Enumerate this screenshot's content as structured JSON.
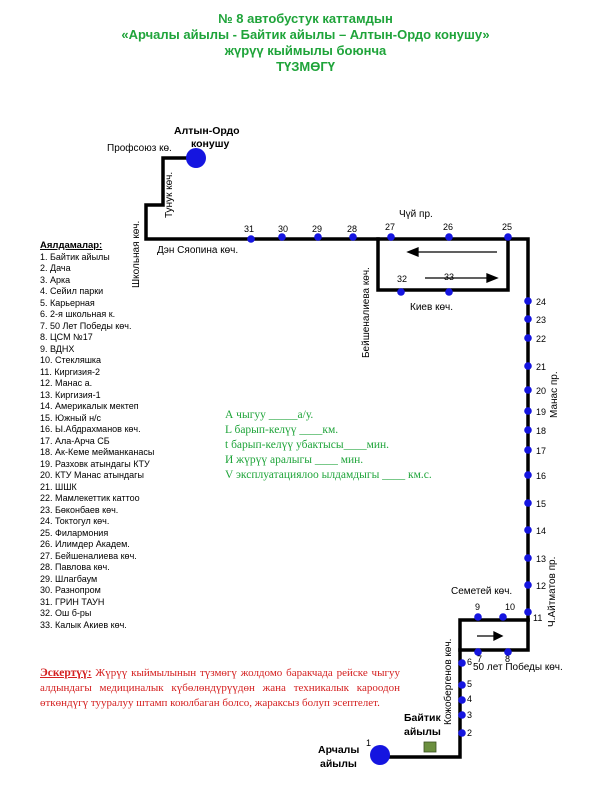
{
  "title": {
    "line1": "№ 8  автобустук каттамдын",
    "line2": "«Арчалы айылы - Байтик айылы – Алтын-Ордо конушу»",
    "line3": "жүрүү кыймылы боюнча",
    "line4": "ТҮЗМӨГҮ"
  },
  "terminals": {
    "top_line1": "Алтын-Ордо",
    "top_line2": "конушу",
    "bottom_line1": "Арчалы",
    "bottom_line2": "айылы",
    "baitik_line1": "Байтик",
    "baitik_line2": "айылы"
  },
  "streets": {
    "profsoyuz": "Профсоюз кө.",
    "tunuk": "Тунук көч.",
    "shkolnaya": "Школьная көч.",
    "den_syaopina": "Дэн Сяопина көч.",
    "chuy": "Чүй пр.",
    "beishenalieva": "Бейшеналиева көч.",
    "kiev": "Киев көч.",
    "manas": "Манас пр.",
    "aitmatov": "Ч.Айтматов пр.",
    "semetey": "Семетей көч.",
    "kojobergenov": "Кожобергенов көч.",
    "pobedy": "50 лет Победы көч."
  },
  "stops": {
    "s1": "1",
    "s2": "2",
    "s3": "3",
    "s4": "4",
    "s5": "5",
    "s6": "6",
    "s7": "7",
    "s8": "8",
    "s9": "9",
    "s10": "10",
    "s11": "11",
    "s12": "12",
    "s13": "13",
    "s14": "14",
    "s15": "15",
    "s16": "16",
    "s17": "17",
    "s18": "18",
    "s19": "19",
    "s20": "20",
    "s21": "21",
    "s22": "22",
    "s23": "23",
    "s24": "24",
    "s25": "25",
    "s26": "26",
    "s27": "27",
    "s28": "28",
    "s29": "29",
    "s30": "30",
    "s31": "31",
    "s32": "32",
    "s33": "33"
  },
  "legend": {
    "heading": "Аялдамалар:",
    "items": [
      "1. Байтик айылы",
      "2. Дача",
      "3. Арка",
      "4. Сейил парки",
      "5. Карьерная",
      "6. 2-я школьная к.",
      "7. 50 Лет Победы көч.",
      "8. ЦСМ №17",
      "9. ВДНХ",
      "10. Стекляшка",
      "11. Киргизия-2",
      "12. Манас а.",
      "13. Киргизия-1",
      "14. Америкалык мектеп",
      "15. Южный н/с",
      "16. Ы.Абдрахманов көч.",
      "17. Ала-Арча СБ",
      "18. Ак-Кеме мейманканасы",
      "19. Разховк атындагы КТУ",
      "20. КТУ Манас атындагы",
      "21. ШШК",
      "22. Мамлекеттик каттоо",
      "23. Бөконбаев көч.",
      "24. Токтогул көч.",
      "25. Филармония",
      "26. Илимдер Академ.",
      "27. Бейшеналиева көч.",
      "28. Павлова көч.",
      "29. Шлагбаум",
      "30. Разнопром",
      "31. ГРИН ТАУН",
      "32. Ош б-ры",
      "33. Калык Акиев көч."
    ]
  },
  "params": {
    "a": "А чыгуу  _____а/у.",
    "l": "L барып-келүү ____км.",
    "t": "t барып-келүү убактысы____мин.",
    "i": "И жүрүү аралыгы ____     мин.",
    "v": "V эксплуатациялоо ылдамдыгы ____ км.с."
  },
  "note": {
    "head": "Эскертүү:",
    "text": " Жүрүү кыймылынын түзмөгү жолдомо баракчада рейске чыгуу алдындагы медициналык күбөлөндүрүүдөн жана техникалык кароодон өткөндүгү тууралуу штамп коюлбаган болсо, жараксыз болуп эсептелет."
  },
  "colors": {
    "route": "#000000",
    "stop": "#1515e0",
    "title": "#1fa43a",
    "note": "#d42020",
    "baitik_square": "#6b8f3e"
  }
}
